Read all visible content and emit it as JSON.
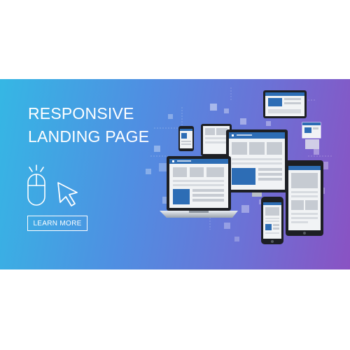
{
  "banner": {
    "headline_line1": "RESPONSIVE",
    "headline_line2": "LANDING PAGE",
    "cta_label": "LEARN MORE"
  },
  "icons": {
    "mouse": "mouse-icon",
    "cursor": "cursor-arrow-icon"
  },
  "colors": {
    "gradient_start": "#35b7e4",
    "gradient_end": "#8a52c3",
    "ui_blue": "#2d6db5",
    "text": "#ffffff"
  }
}
